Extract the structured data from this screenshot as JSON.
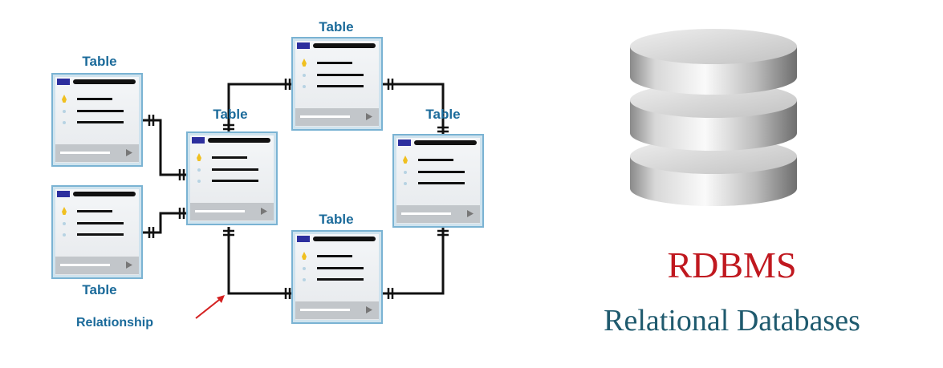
{
  "diagram": {
    "table_label": "Table",
    "relationship_label": "Relationship",
    "tables": [
      {
        "id": "t-left-top"
      },
      {
        "id": "t-left-bottom"
      },
      {
        "id": "t-center"
      },
      {
        "id": "t-top"
      },
      {
        "id": "t-right"
      },
      {
        "id": "t-bottom"
      }
    ]
  },
  "branding": {
    "title": "RDBMS",
    "subtitle": "Relational Databases",
    "title_color": "#c0181f",
    "subtitle_color": "#1f5a6e"
  },
  "icons": {
    "database": "database-icon",
    "key": "key-icon",
    "arrow": "arrow-icon"
  }
}
